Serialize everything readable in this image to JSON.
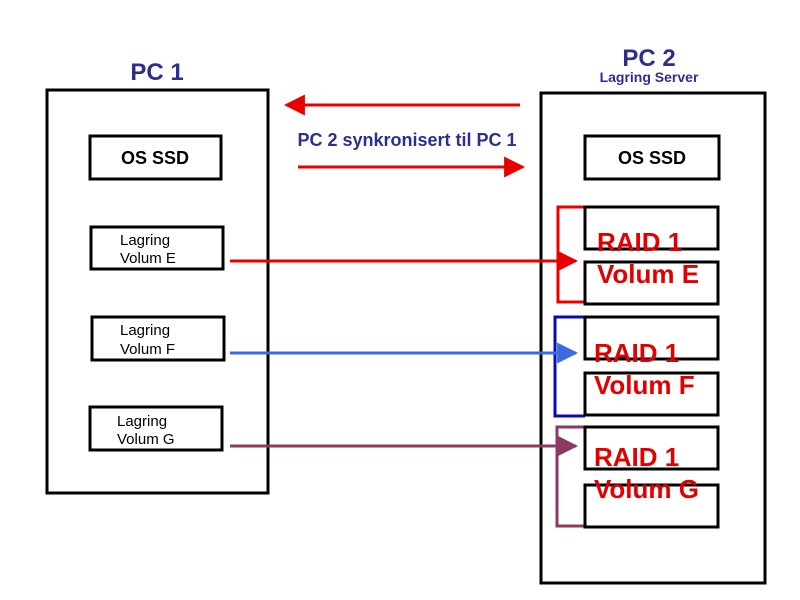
{
  "pc1": {
    "title": "PC 1",
    "os_disk": "OS SSD",
    "volumes": [
      {
        "line1": "Lagring",
        "line2": "Volum E"
      },
      {
        "line1": "Lagring",
        "line2": "Volum F"
      },
      {
        "line1": "Lagring",
        "line2": "Volum G"
      }
    ]
  },
  "pc2": {
    "title": "PC 2",
    "subtitle": "Lagring Server",
    "os_disk": "OS SSD",
    "raid_groups": [
      {
        "line1": "RAID 1",
        "line2": "Volum E"
      },
      {
        "line1": "RAID 1",
        "line2": "Volum F"
      },
      {
        "line1": "RAID 1",
        "line2": "Volum G"
      }
    ]
  },
  "sync_label": "PC 2 synkronisert til PC 1",
  "colors": {
    "title": "#2e2e8f",
    "sync_arrow": "#e80000",
    "link_e": "#e80000",
    "link_f": "#3b6be0",
    "link_g": "#8c3a62",
    "bracket_e": "#e80000",
    "bracket_f": "#0a0ab0",
    "bracket_g": "#8c3a62",
    "raid_text": "#e00000"
  }
}
